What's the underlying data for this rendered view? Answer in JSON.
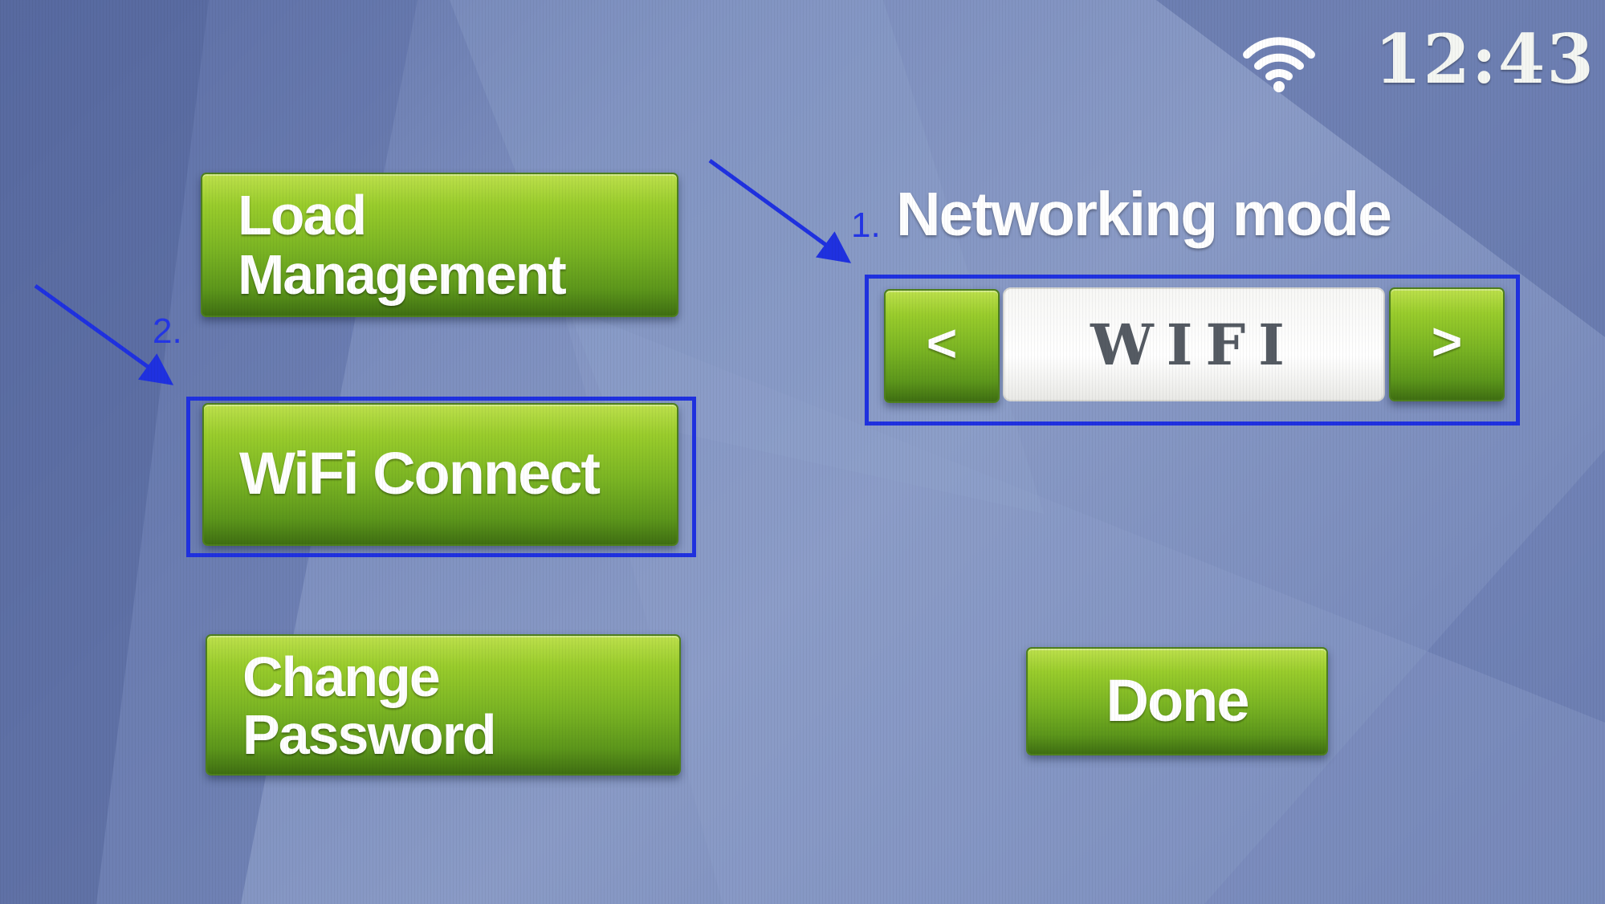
{
  "status_bar": {
    "wifi_icon": "wifi-icon",
    "time": "12:43"
  },
  "menu": {
    "load_management": [
      "Load",
      "Management"
    ],
    "wifi_connect": "WiFi Connect",
    "change_password": [
      "Change",
      "Password"
    ]
  },
  "networking": {
    "title": "Networking mode",
    "prev_label": "<",
    "next_label": ">",
    "value": "WIFI"
  },
  "done_label": "Done",
  "annotations": {
    "step1": "1.",
    "step2": "2."
  },
  "colors": {
    "button_green": "#79b323",
    "annotation_blue": "#1f31e0",
    "background_blue": "#7c8ebe"
  }
}
